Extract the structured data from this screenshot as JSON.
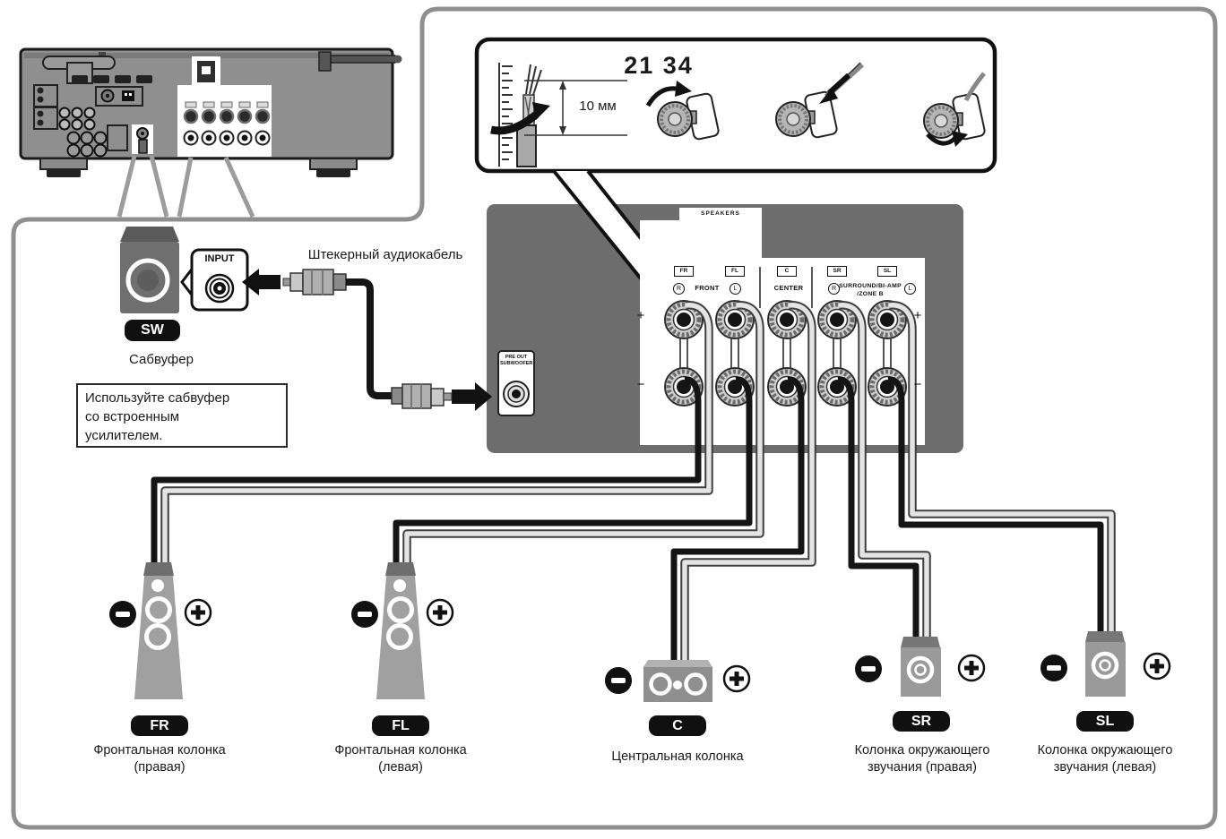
{
  "diagram": {
    "inset": {
      "page_refs": "21 34",
      "strip_length": "10 мм"
    },
    "panel": {
      "speakers_title": "SPEAKERS",
      "plus": "+",
      "minus": "−",
      "r": "R",
      "l": "L",
      "front": "FRONT",
      "center": "CENTER",
      "surround": "SURROUND/BI-AMP",
      "zone": "/ZONE B",
      "preout_line1": "PRE OUT",
      "preout_line2": "SUBWOOFER",
      "terminal_ids": [
        "FR",
        "FL",
        "C",
        "SR",
        "SL"
      ]
    },
    "subwoofer": {
      "badge": "SW",
      "name": "Сабвуфер",
      "input_label": "INPUT",
      "cable_label": "Штекерный аудиокабель",
      "note": [
        "Используйте сабвуфер",
        "со встроенным",
        "усилителем."
      ]
    },
    "speakers": [
      {
        "badge": "FR",
        "label1": "Фронтальная колонка",
        "label2": "(правая)"
      },
      {
        "badge": "FL",
        "label1": "Фронтальная колонка",
        "label2": "(левая)"
      },
      {
        "badge": "C",
        "label1": "Центральная колонка",
        "label2": ""
      },
      {
        "badge": "SR",
        "label1": "Колонка окружающего",
        "label2": "звучания (правая)"
      },
      {
        "badge": "SL",
        "label1": "Колонка окружающего",
        "label2": "звучания (левая)"
      }
    ]
  }
}
